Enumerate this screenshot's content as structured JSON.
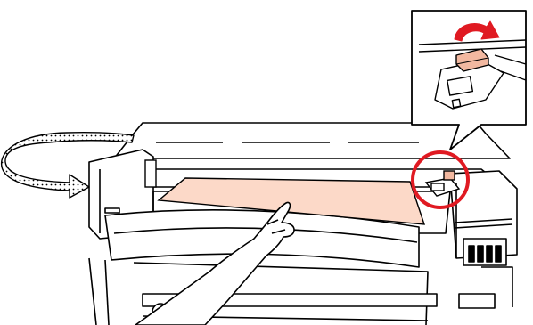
{
  "figure": {
    "subject": "printer",
    "highlight_color": "#e01a22",
    "media_color": "#fcd9c8",
    "lever_color": "#f2b8a0",
    "arrow_fill_color": "#ffffff",
    "icons": [
      "rotate-arrow-icon",
      "lever-rotate-arrow-icon",
      "highlight-circle",
      "zoom-callout"
    ]
  }
}
